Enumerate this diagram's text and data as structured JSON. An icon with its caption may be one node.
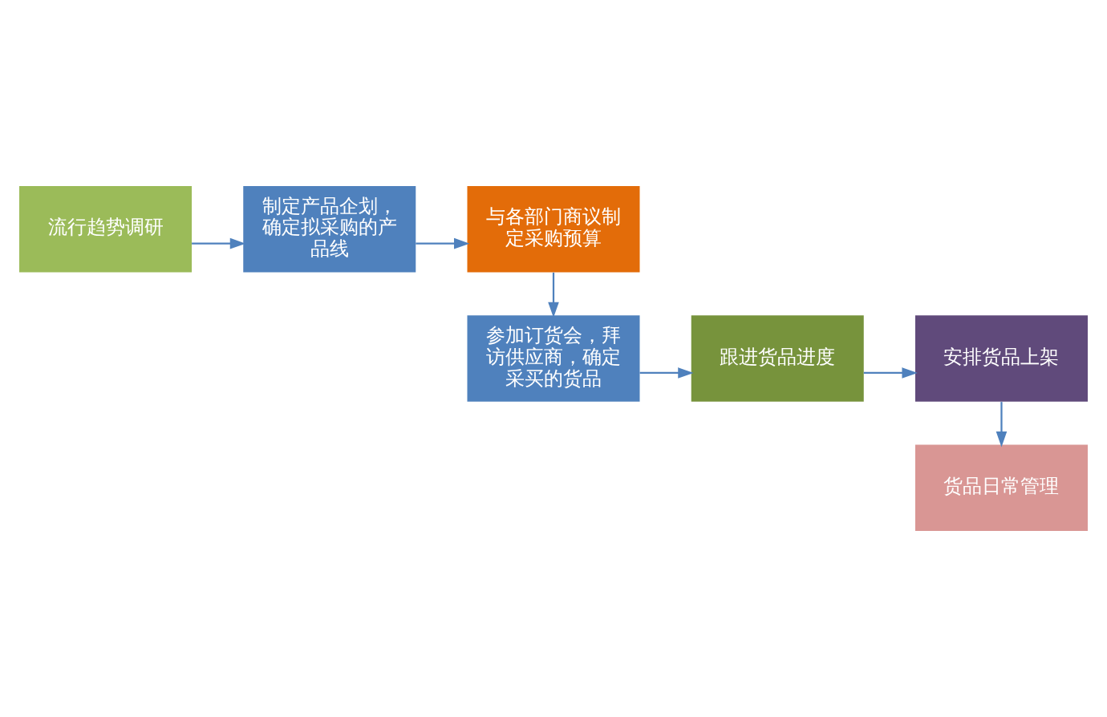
{
  "diagram": {
    "nodes": [
      {
        "text": [
          "流行趋势调研"
        ]
      },
      {
        "text": [
          "制定产品企划，确定拟采购的产品线"
        ]
      },
      {
        "text": [
          "与各部门商议制定采购预算"
        ]
      },
      {
        "text": [
          "参加订货会，拜访供应商，确定采买的货品"
        ]
      },
      {
        "text": [
          "跟进货品进度"
        ]
      },
      {
        "text": [
          "安排货品上架"
        ]
      },
      {
        "text": [
          "货品日常管理"
        ]
      }
    ],
    "edges": [
      {
        "from": 0,
        "to": 1,
        "arrow": "to"
      },
      {
        "from": 1,
        "to": 2,
        "arrow": "to"
      },
      {
        "from": 2,
        "to": 3,
        "arrow": "to"
      },
      {
        "from": 3,
        "to": 4,
        "arrow": "to"
      },
      {
        "from": 4,
        "to": 5,
        "arrow": "to"
      },
      {
        "from": 5,
        "to": 6,
        "arrow": "to"
      }
    ]
  }
}
